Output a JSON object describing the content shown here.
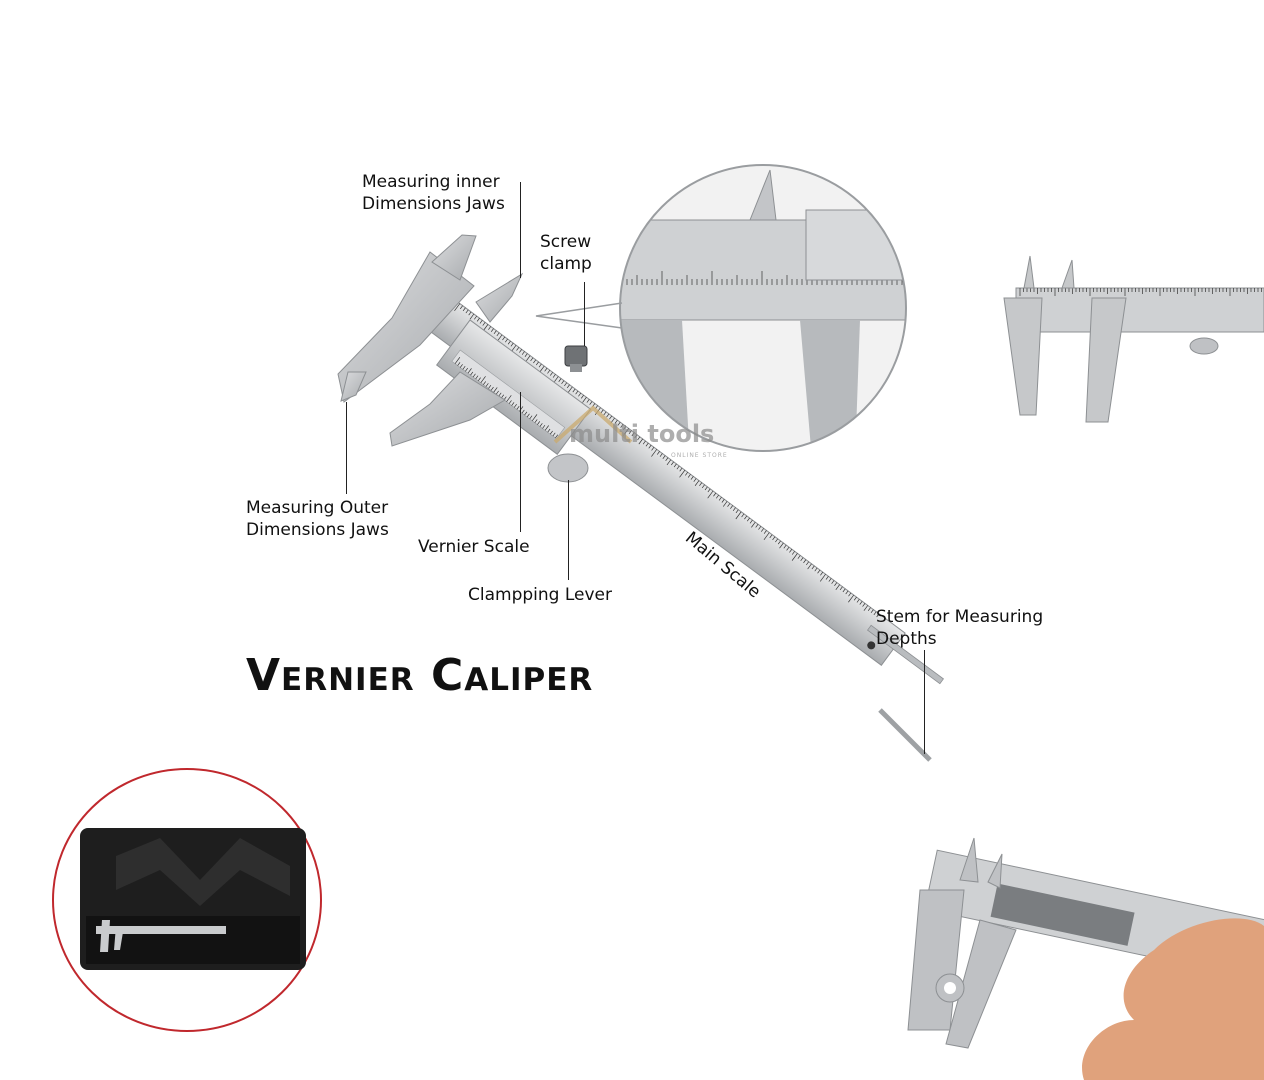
{
  "title": "Vernier Caliper",
  "labels": {
    "inner_jaws": "Measuring inner\nDimensions Jaws",
    "screw_clamp": "Screw\nclamp",
    "outer_jaws": "Measuring Outer\nDimensions Jaws",
    "vernier_scale": "Vernier Scale",
    "clamp_lever": "Clampping Lever",
    "main_scale": "Main Scale",
    "depth_stem": "Stem for Measuring\nDepths"
  },
  "watermark": {
    "brand": "multi tools",
    "tagline": "ONLINE STORE"
  },
  "colors": {
    "steel": "#c9cbcd",
    "steel_dark": "#9ea1a4",
    "case_border": "#c0282d",
    "case": "#1e1e1e",
    "skin": "#e0a27c",
    "watermark": "#c9a96e"
  }
}
